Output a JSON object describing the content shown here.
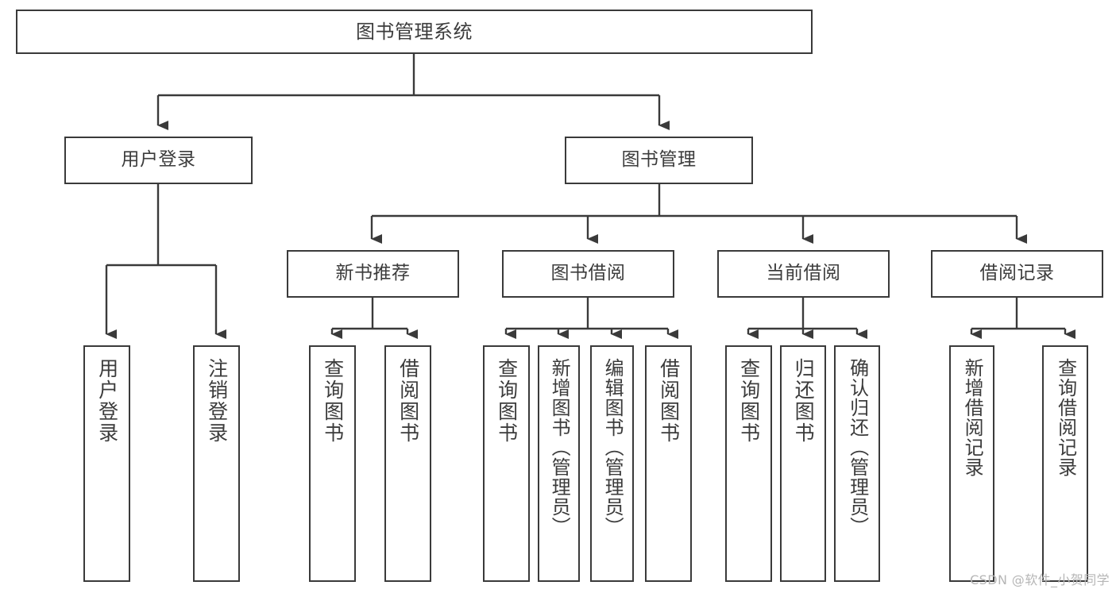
{
  "diagram": {
    "title": "图书管理系统",
    "type": "tree-hierarchy-chart",
    "line_color": "#3a3a3a",
    "box_fill": "#ffffff",
    "text_color": "#3c3c3c"
  },
  "root": {
    "label": "图书管理系统"
  },
  "level2": [
    {
      "label": "用户登录"
    },
    {
      "label": "图书管理"
    }
  ],
  "level3": [
    {
      "label": "新书推荐"
    },
    {
      "label": "图书借阅"
    },
    {
      "label": "当前借阅"
    },
    {
      "label": "借阅记录"
    }
  ],
  "leaves": {
    "user_login": [
      {
        "label": "用户登录"
      },
      {
        "label": "注销登录"
      }
    ],
    "new_book_recommend": [
      {
        "label": "查询图书"
      },
      {
        "label": "借阅图书"
      }
    ],
    "book_borrow": [
      {
        "label": "查询图书"
      },
      {
        "label": "新增图书（管理员）"
      },
      {
        "label": "编辑图书（管理员）"
      },
      {
        "label": "借阅图书"
      }
    ],
    "current_borrow": [
      {
        "label": "查询图书"
      },
      {
        "label": "归还图书"
      },
      {
        "label": "确认归还（管理员）"
      }
    ],
    "borrow_record": [
      {
        "label": "新增借阅记录"
      },
      {
        "label": "查询借阅记录"
      }
    ]
  },
  "watermark": {
    "text": "CSDN @软件_小贺同学"
  }
}
